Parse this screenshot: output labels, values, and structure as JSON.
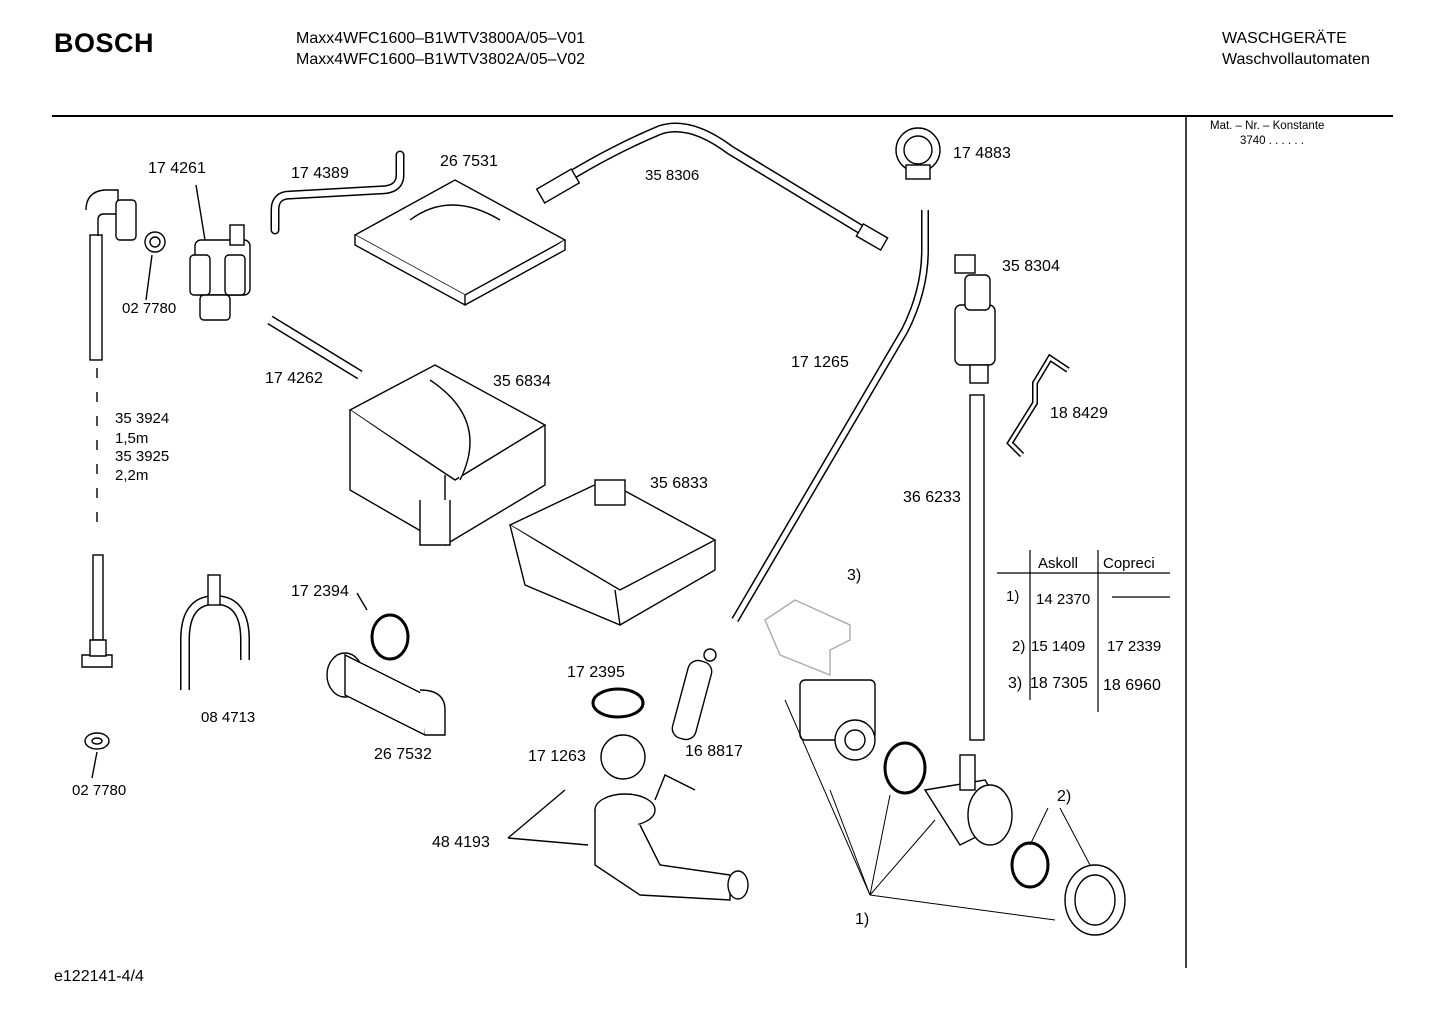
{
  "header": {
    "brand": "BOSCH",
    "models": [
      "Maxx4WFC1600–B1WTV3800A/05–V01",
      "Maxx4WFC1600–B1WTV3802A/05–V02"
    ],
    "category": [
      "WASCHGERÄTE",
      "Waschvollautomaten"
    ]
  },
  "sidebar": {
    "mat_title": "Mat. – Nr. – Konstante",
    "mat_value": "3740  .  .  .  .  .  ."
  },
  "parts": [
    {
      "label": "17 4261"
    },
    {
      "label": "02 7780"
    },
    {
      "label": "17 4389"
    },
    {
      "label": "26 7531"
    },
    {
      "label": "35 8306"
    },
    {
      "label": "17 4883"
    },
    {
      "label": "35 8304"
    },
    {
      "label": "17 4262"
    },
    {
      "label": "35 6834"
    },
    {
      "label": "17 1265"
    },
    {
      "label": "18 8429"
    },
    {
      "label": "35 3924"
    },
    {
      "label": "1,5m"
    },
    {
      "label": "35 3925"
    },
    {
      "label": "2,2m"
    },
    {
      "label": "35 6833"
    },
    {
      "label": "36 6233"
    },
    {
      "label": "3)"
    },
    {
      "label": "17 2394"
    },
    {
      "label": "08 4713"
    },
    {
      "label": "26 7532"
    },
    {
      "label": "17 2395"
    },
    {
      "label": "17 1263"
    },
    {
      "label": "16 8817"
    },
    {
      "label": "02 7780"
    },
    {
      "label": "48 4193"
    },
    {
      "label": "2)"
    },
    {
      "label": "1)"
    }
  ],
  "variant_table": {
    "headers": [
      "Askoll",
      "Copreci"
    ],
    "rows": [
      {
        "key": "1)",
        "askoll": "14 2370",
        "copreci": "—"
      },
      {
        "key": "2)",
        "askoll": "15 1409",
        "copreci": "17 2339"
      },
      {
        "key": "3)",
        "askoll": "18 7305",
        "copreci": "18 6960"
      }
    ]
  },
  "footer": {
    "code": "e122141-4/4"
  }
}
